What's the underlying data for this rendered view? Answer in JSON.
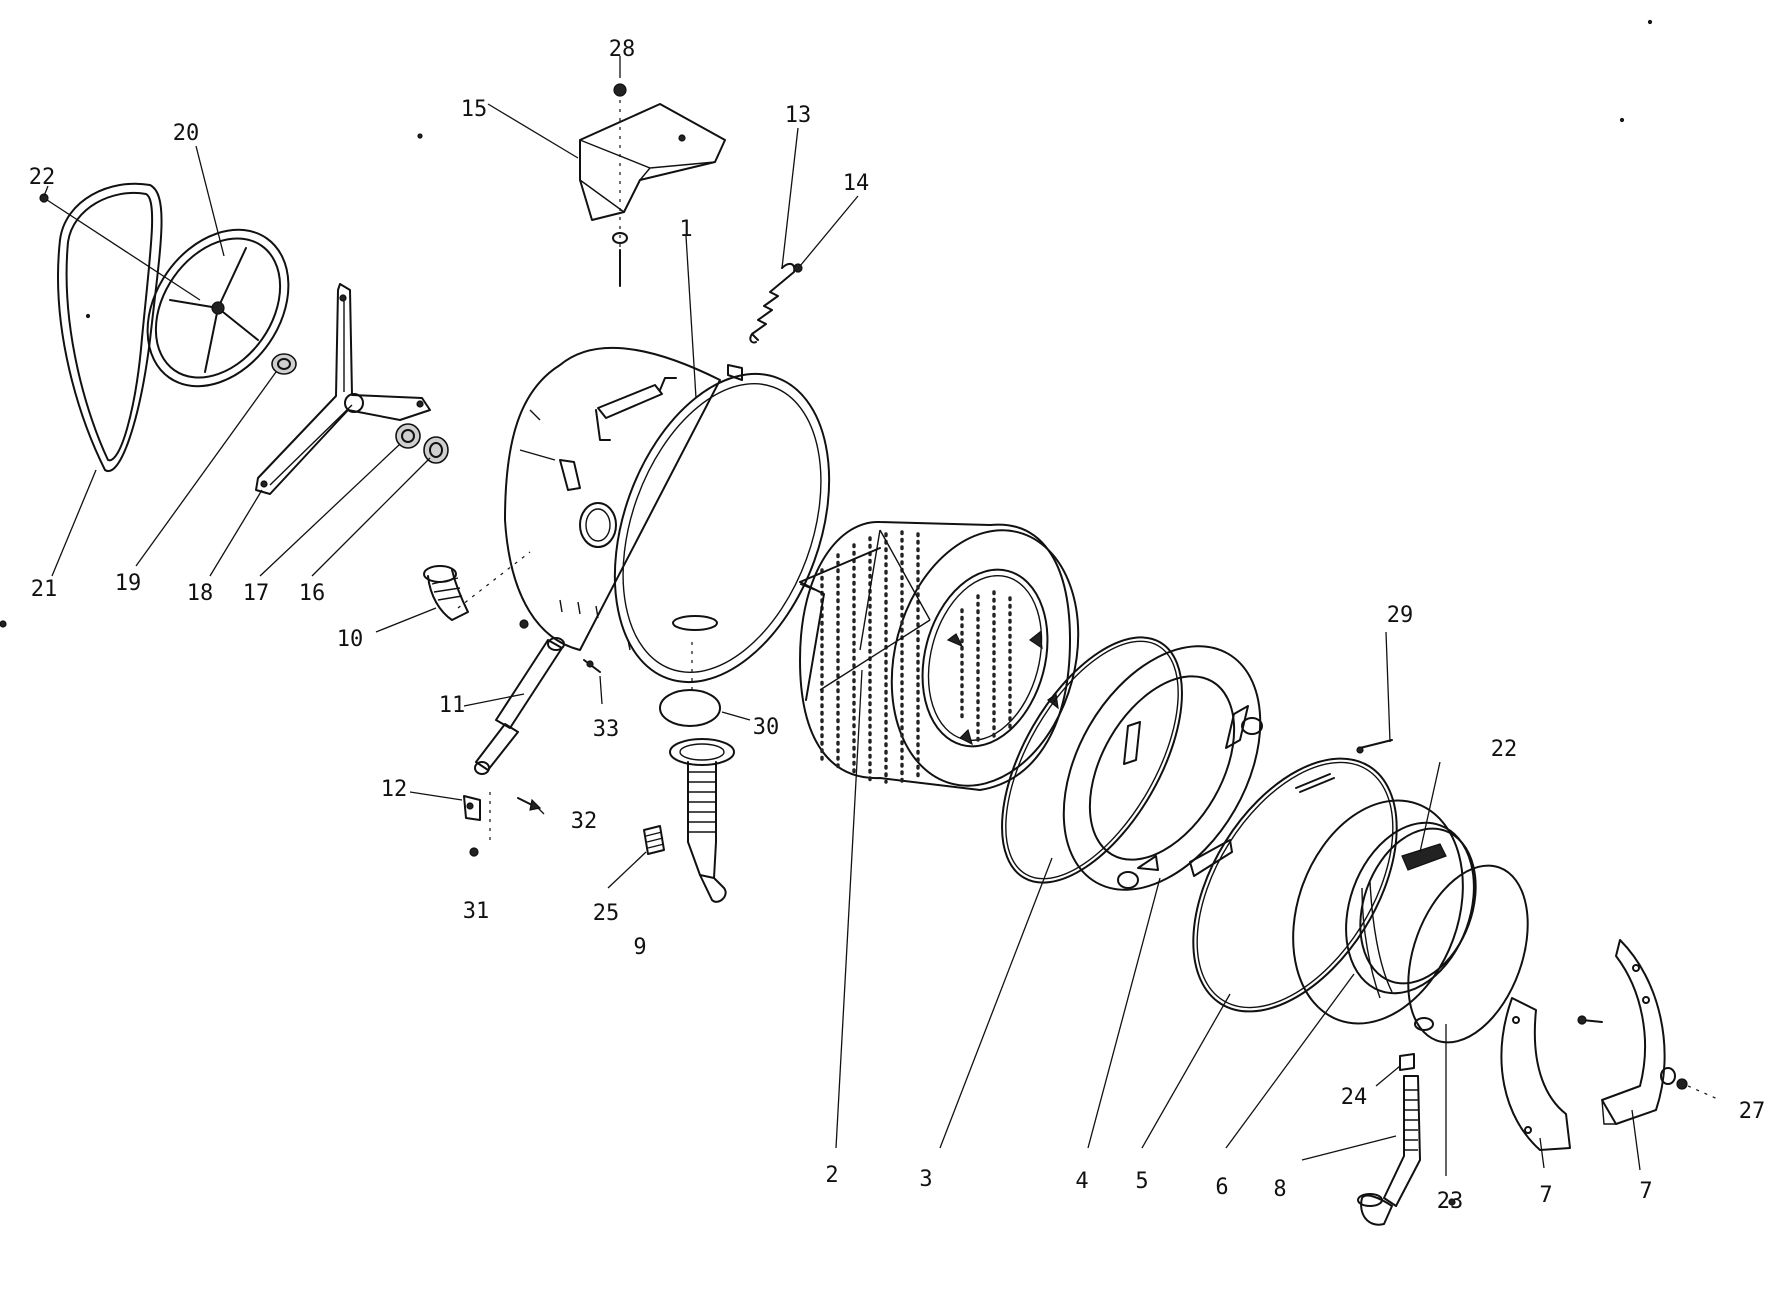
{
  "labels": [
    "1",
    "2",
    "3",
    "4",
    "5",
    "6",
    "7",
    "7",
    "8",
    "9",
    "10",
    "11",
    "12",
    "13",
    "14",
    "15",
    "16",
    "17",
    "18",
    "19",
    "20",
    "21",
    "22",
    "22",
    "23",
    "24",
    "25",
    "27",
    "28",
    "29",
    "30",
    "31",
    "32",
    "33"
  ]
}
